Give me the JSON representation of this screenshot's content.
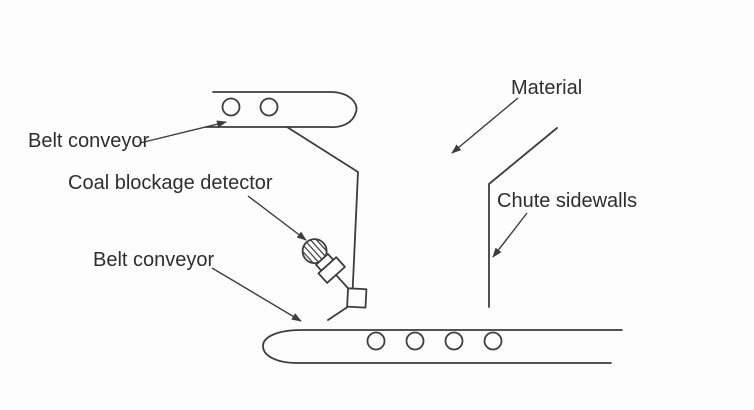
{
  "diagram": {
    "type": "technical-line-diagram",
    "labels": {
      "belt_conveyor_top": "Belt conveyor",
      "coal_blockage_detector": "Coal blockage detector",
      "belt_conveyor_bottom": "Belt conveyor",
      "material": "Material",
      "chute_sidewalls": "Chute sidewalls"
    },
    "colors": {
      "line": "#3d3d3d",
      "text": "#2e2e2e",
      "background": "#fdfdfd"
    }
  }
}
